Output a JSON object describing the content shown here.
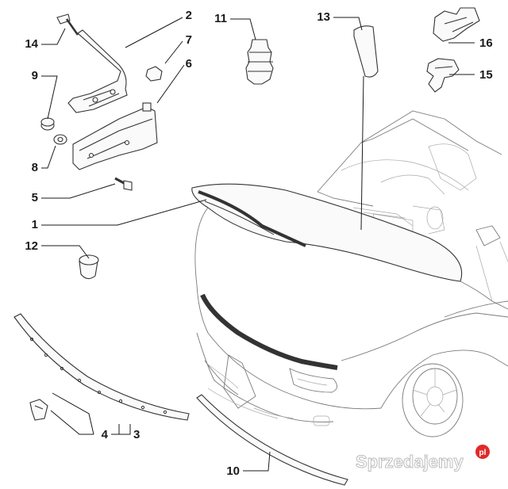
{
  "callouts": [
    {
      "id": "c1",
      "label": "1"
    },
    {
      "id": "c2",
      "label": "2"
    },
    {
      "id": "c3",
      "label": "3"
    },
    {
      "id": "c4",
      "label": "4"
    },
    {
      "id": "c5",
      "label": "5"
    },
    {
      "id": "c6",
      "label": "6"
    },
    {
      "id": "c7",
      "label": "7"
    },
    {
      "id": "c8",
      "label": "8"
    },
    {
      "id": "c9",
      "label": "9"
    },
    {
      "id": "c10",
      "label": "10"
    },
    {
      "id": "c11",
      "label": "11"
    },
    {
      "id": "c12",
      "label": "12"
    },
    {
      "id": "c13",
      "label": "13"
    },
    {
      "id": "c14",
      "label": "14"
    },
    {
      "id": "c15",
      "label": "15"
    },
    {
      "id": "c16",
      "label": "16"
    }
  ],
  "watermark": {
    "text": "Sprzedajemy",
    "suffix": "pl"
  },
  "colors": {
    "ink": "#1a1a1a",
    "car_line": "#7a7a7a",
    "watermark_badge": "#e02a2a"
  }
}
